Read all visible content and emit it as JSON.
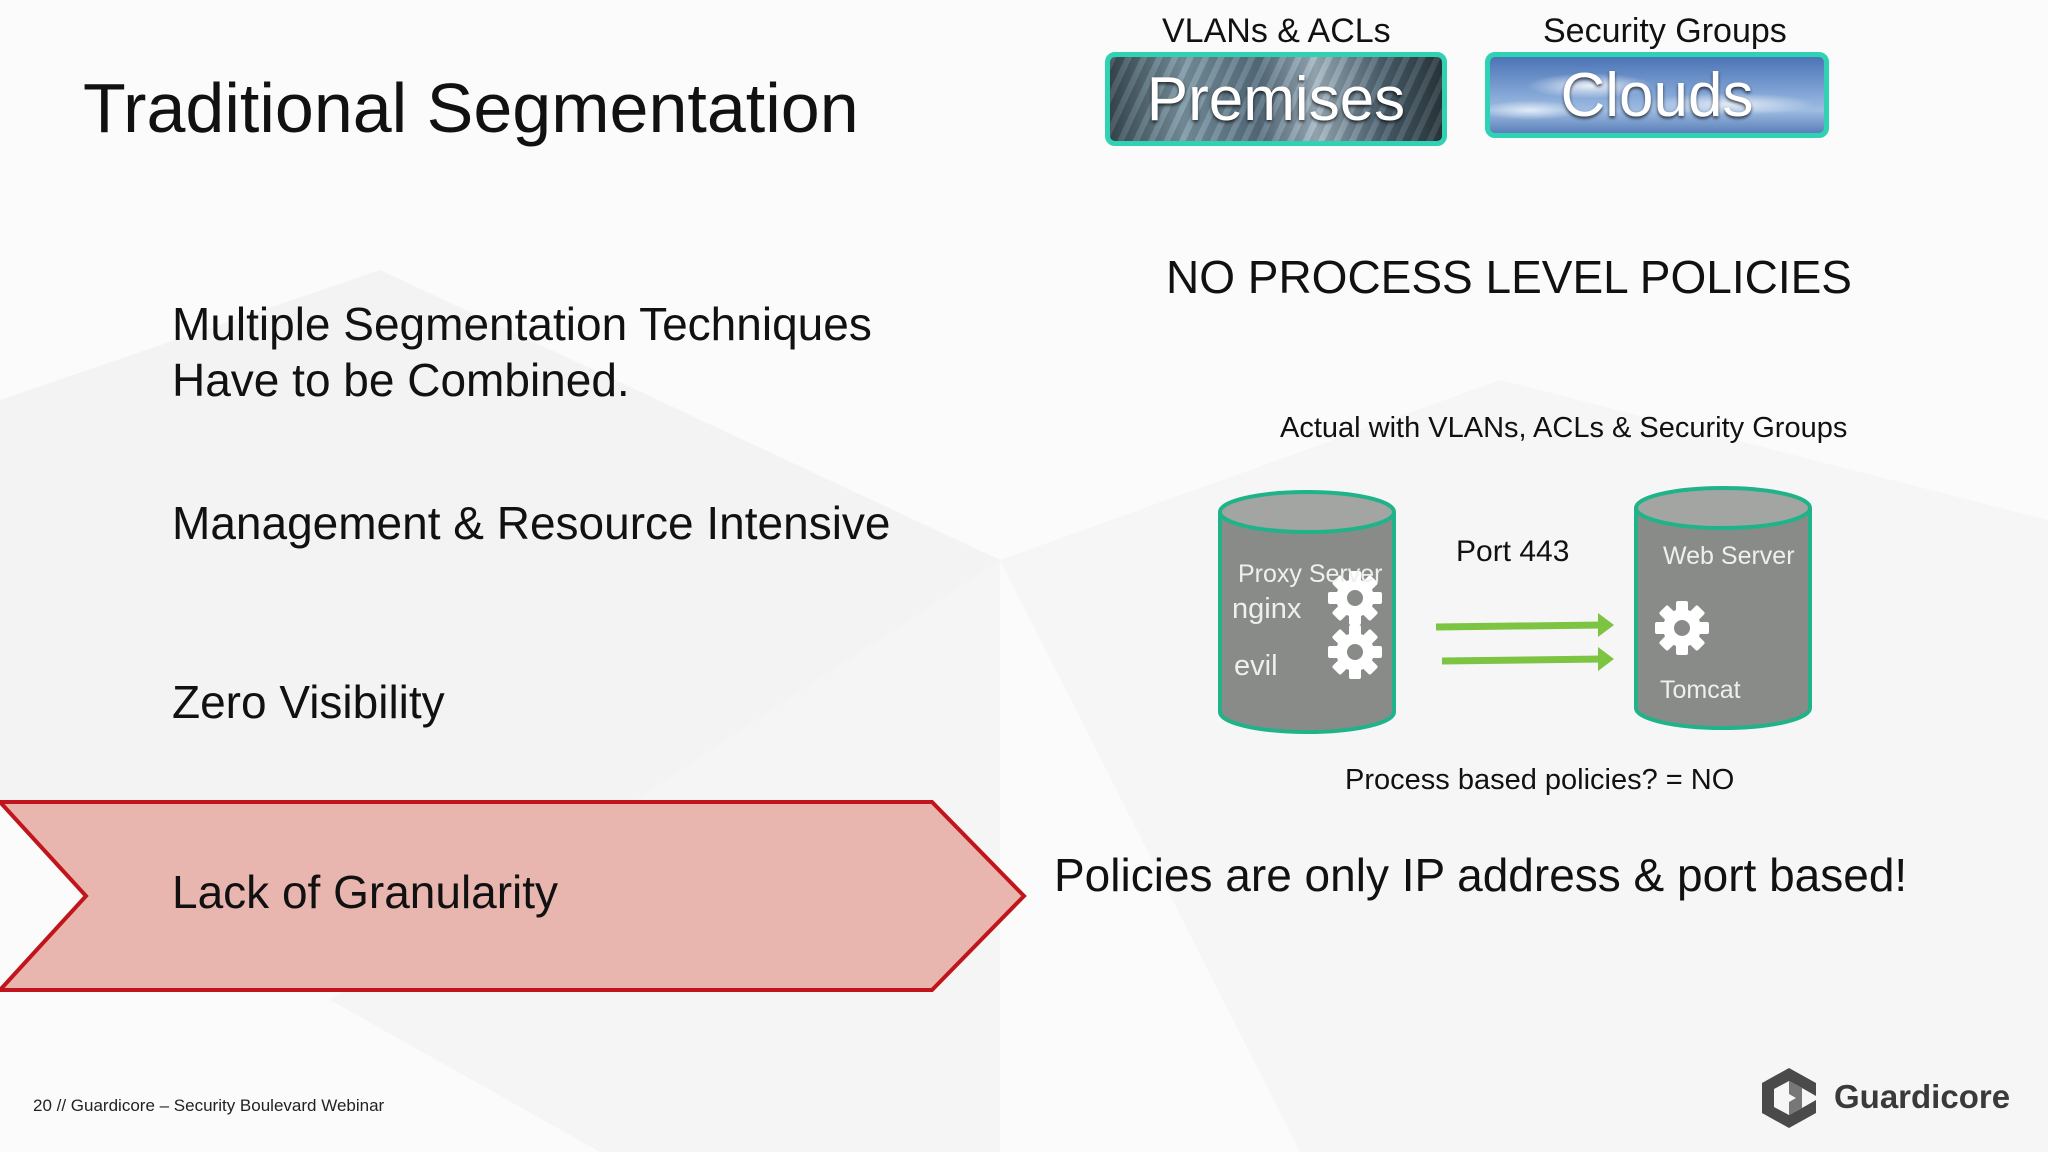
{
  "slide": {
    "title": "Traditional Segmentation",
    "bullets": [
      "Multiple Segmentation Techniques",
      "Have to be Combined.",
      "Management & Resource Intensive",
      "Zero Visibility",
      "Lack of Granularity"
    ],
    "environments": [
      {
        "caption": "VLANs & ACLs",
        "label": "Premises"
      },
      {
        "caption": "Security Groups",
        "label": "Clouds"
      }
    ],
    "headline": "NO PROCESS LEVEL POLICIES",
    "diagram": {
      "title": "Actual with VLANs, ACLs & Security Groups",
      "port_label": "Port 443",
      "source": {
        "name": "Proxy Server",
        "processes": [
          "nginx",
          "evil"
        ]
      },
      "target": {
        "name": "Web Server",
        "process": "Tomcat"
      },
      "question": "Process based policies? = NO"
    },
    "conclusion": "Policies are only IP address & port based!",
    "footer": "20 // Guardicore – Security Boulevard Webinar",
    "brand": "Guardicore"
  },
  "colors": {
    "accent_teal": "#2fd2b3",
    "chevron_fill": "#e9b5af",
    "chevron_border": "#c0151b",
    "arrow_green": "#7ec443",
    "cylinder_gray": "#898b89",
    "cylinder_border": "#20b38a"
  }
}
